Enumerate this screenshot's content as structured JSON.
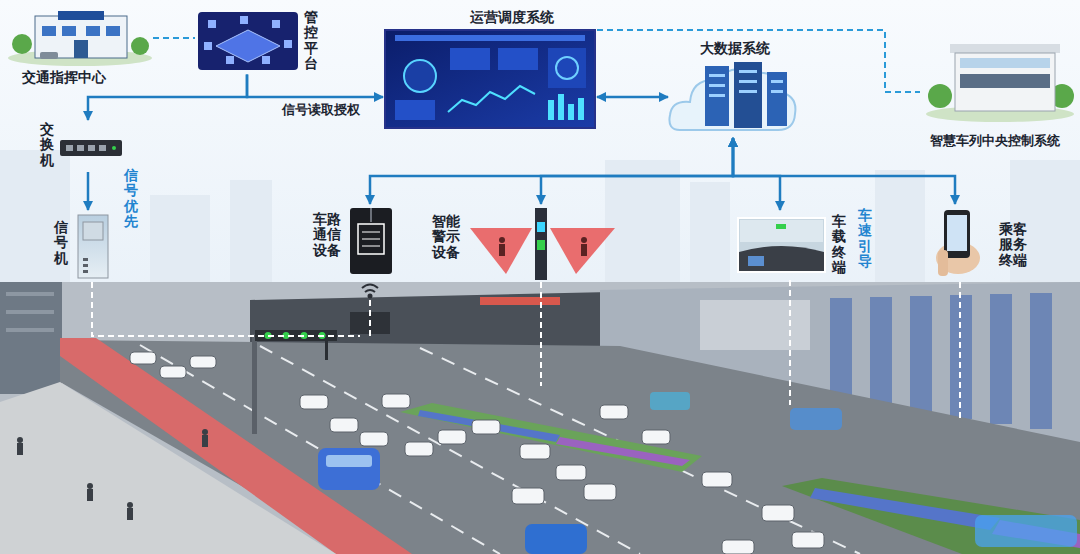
{
  "diagram": {
    "nodes": [
      {
        "text": [
          "交通指挥中心"
        ]
      },
      {
        "text": [
          "管控平台"
        ]
      },
      {
        "text": [
          "运营调度系统"
        ]
      },
      {
        "text": [
          "大数据系统"
        ]
      },
      {
        "text": [
          "智慧车列中央控制系统"
        ]
      },
      {
        "text": [
          "交换机"
        ]
      },
      {
        "text": [
          "信号机"
        ]
      },
      {
        "text": [
          "车路通信设备"
        ]
      },
      {
        "text": [
          "智能警示设备"
        ]
      },
      {
        "text": [
          "车载终端"
        ]
      },
      {
        "text": [
          "乘客服务终端"
        ]
      }
    ],
    "edges": [
      {
        "from": 0,
        "to": 1,
        "arrow": "none"
      },
      {
        "from": 1,
        "to": 5,
        "arrow": "to"
      },
      {
        "from": 1,
        "to": 2,
        "label": "信号读取授权",
        "arrow": "to"
      },
      {
        "from": 5,
        "to": 6,
        "label": "信号优先",
        "arrow": "to"
      },
      {
        "from": 2,
        "to": 3,
        "arrow": "both"
      },
      {
        "from": 2,
        "to": 4,
        "arrow": "none"
      },
      {
        "from": 3,
        "to": 7,
        "arrow": "both"
      },
      {
        "from": 3,
        "to": 8,
        "arrow": "both"
      },
      {
        "from": 3,
        "to": 9,
        "arrow": "both"
      },
      {
        "from": 3,
        "to": 10,
        "arrow": "both"
      }
    ],
    "labels": [
      "车速引导"
    ]
  }
}
